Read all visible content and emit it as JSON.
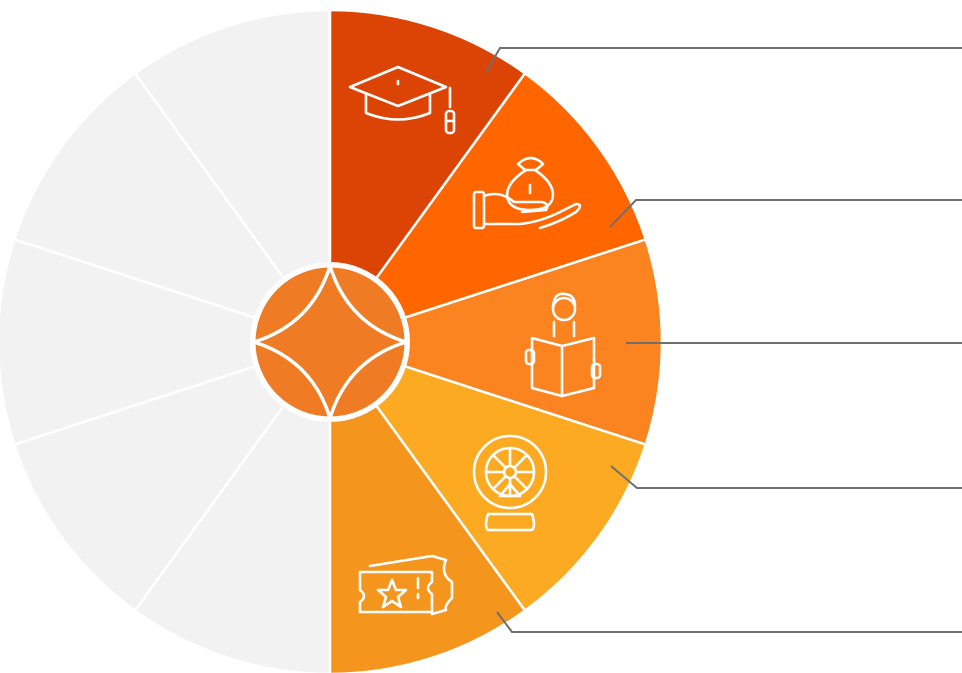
{
  "diagram": {
    "segments": [
      {
        "id": "education",
        "icon": "graduation-cap-icon",
        "color": "#dc4406"
      },
      {
        "id": "finance",
        "icon": "hand-money-bag-icon",
        "color": "#ff6600"
      },
      {
        "id": "reading",
        "icon": "person-reading-book-icon",
        "color": "#fb8320"
      },
      {
        "id": "lottery",
        "icon": "lottery-wheel-icon",
        "color": "#fcaa22"
      },
      {
        "id": "entertainment",
        "icon": "ticket-star-icon",
        "color": "#f4961e"
      }
    ],
    "empty_segment_color": "#f3f2f3",
    "hub": {
      "icon": "four-point-star-icon",
      "color": "#ef7b24"
    },
    "connector_color": "#6f6f6f"
  }
}
